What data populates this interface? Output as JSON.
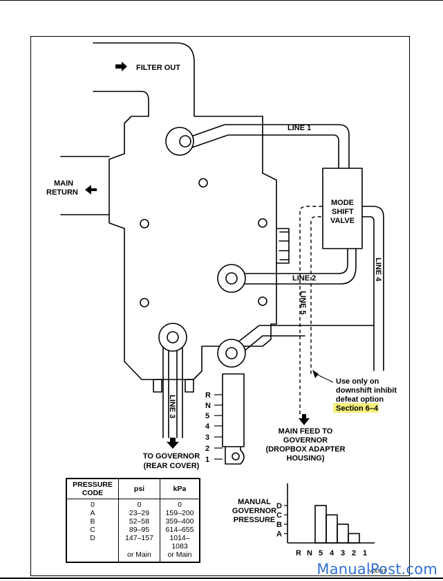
{
  "labels": {
    "filter_out": "FILTER OUT",
    "main_return": [
      "MAIN",
      "RETURN"
    ],
    "line_1": "LINE 1",
    "line_2": "LINE 2",
    "line_3": "LINE 3",
    "line_4": "LINE 4",
    "line_5": "LINE 5",
    "mode_shift_valve": [
      "MODE",
      "SHIFT",
      "VALVE"
    ],
    "selector_positions": [
      "R",
      "N",
      "5",
      "4",
      "3",
      "2",
      "1"
    ],
    "note": [
      "Use only on",
      "downshift inhibit",
      "defeat option"
    ],
    "note_section": "Section 6–4",
    "main_feed": [
      "MAIN FEED TO",
      "GOVERNOR",
      "(DROPBOX ADAPTER",
      "HOUSING)"
    ],
    "to_governor": [
      "TO GOVERNOR",
      "(REAR COVER)"
    ]
  },
  "pressure_table": {
    "headers": [
      "PRESSURE CODE",
      "psi",
      "kPa"
    ],
    "rows": [
      {
        "code": "0",
        "psi": "0",
        "kpa": "0"
      },
      {
        "code": "A",
        "psi": "23–29",
        "kpa": "159–200"
      },
      {
        "code": "B",
        "psi": "52–58",
        "kpa": "359–400"
      },
      {
        "code": "C",
        "psi": "89–95",
        "kpa": "614–655"
      },
      {
        "code": "D",
        "psi": "147–157",
        "kpa": "1014–1083"
      },
      {
        "code": "",
        "psi": "or Main",
        "kpa": "or Main"
      }
    ]
  },
  "chart_data": {
    "type": "bar",
    "title": [
      "MANUAL",
      "GOVERNOR",
      "PRESSURE"
    ],
    "categories": [
      "R",
      "N",
      "5",
      "4",
      "3",
      "2",
      "1"
    ],
    "y_tick_labels": [
      "A",
      "B",
      "C",
      "D"
    ],
    "values": [
      0,
      0,
      4,
      3,
      2,
      1,
      0
    ]
  },
  "highlight_color": "#f5ef7a",
  "watermark": "ManualPost.com",
  "reference_code": "V06547"
}
